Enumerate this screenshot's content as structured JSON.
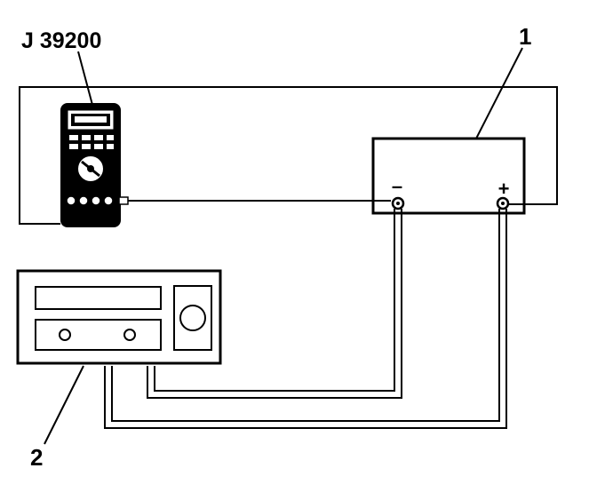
{
  "labels": {
    "tool": "J 39200",
    "battery": "1",
    "charger": "2",
    "negative": "–",
    "positive": "+"
  },
  "colors": {
    "ink": "#000000",
    "paper": "#ffffff"
  }
}
